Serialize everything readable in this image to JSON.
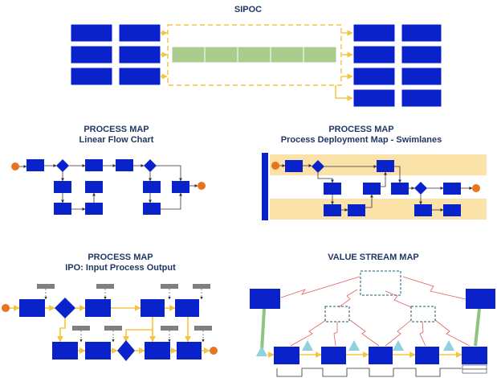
{
  "sipoc": {
    "title": "SIPOC"
  },
  "linear": {
    "title": "PROCESS MAP",
    "subtitle": "Linear Flow Chart"
  },
  "swimlane": {
    "title": "PROCESS MAP",
    "subtitle": "Process Deployment Map - Swimlanes"
  },
  "ipo": {
    "title": "PROCESS MAP",
    "subtitle": "IPO: Input Process Output"
  },
  "vsm": {
    "title": "VALUE STREAM MAP"
  },
  "colors": {
    "box": "#0a22c9",
    "arrow": "#f4c542",
    "stage": "#a9cd8c",
    "lane": "#fbe2a8",
    "start": "#e8741e",
    "gray": "#7f7f7f",
    "zigzag": "#e06060",
    "triangle": "#8ecfe0",
    "pole": "#8fc47e",
    "dash": "#1f5a6e"
  }
}
